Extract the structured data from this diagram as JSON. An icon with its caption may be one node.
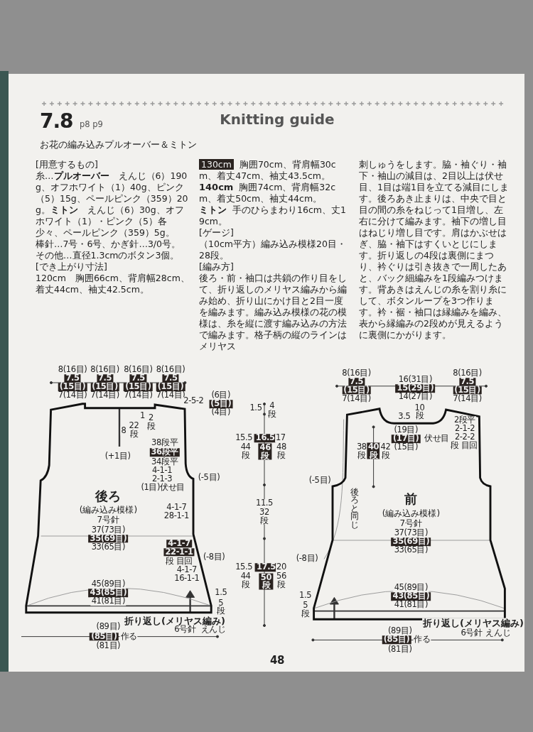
{
  "diagram": {
    "title": "Knitting guide",
    "nodes": [
      {
        "text": [
          "後ろ",
          "(編み込み模様)",
          "7号針"
        ]
      },
      {
        "text": [
          "前",
          "(編み込み模様)",
          "7号針"
        ]
      }
    ],
    "labels": [
      "7.8",
      "p8 p9",
      "お花の編み込みプルオーバー＆ミトン",
      "[用意するもの]",
      "糸…**プルオーバー**　えんじ（6）190g、オフホワイト（1）40g、ピンク（5）15g、ペールピンク（359）20g。**ミトン**　えんじ（6）30g、オフホワイト（1）・ピンク（5）各少々、ペールピンク（359）5g。",
      "棒針…7号・6号、かぎ針…3/0号。",
      "その他…直径1.3cmのボタン3個。",
      "[でき上がり寸法]",
      "120cm　胸囲66cm、背肩幅28cm、着丈44cm、袖丈42.5cm。",
      "130cm",
      "胸囲70cm、背肩幅30cm、着丈47cm、袖丈43.5cm。",
      "140cm",
      "胸囲74cm、背肩幅32cm、着丈50cm、袖丈44cm。",
      "ミトン",
      "手のひらまわり16cm、丈19cm。",
      "[ゲージ]",
      "（10cm平方）編み込み模様20目・28段。",
      "[編み方]",
      "後ろ・前・袖口は共鎖の作り目をして、折り返しのメリヤス編みから編み始め、折り山にかけ目と2目一度を編みます。編み込み模様の花の模様は、糸を縦に渡す編み込みの方法で編みます。格子柄の縦のラインはメリヤス",
      "刺しゅうをします。脇・袖ぐり・袖下・袖山の減目は、2目以上は伏せ目、1目は端1目を立てる減目にします。後ろあき止まりは、中央で目と目の間の糸をねじって1目増し、左右に分けて編みます。袖下の増し目はねじり増し目です。肩はかぶせはぎ、脇・袖下はすくいとじにします。折り返しの4段は裏側にまつり、衿ぐりは引き抜きで一周したあと、バック細編みを1段編みつけます。背あきはえんじの糸を割り糸にして、ボタンループを3つ作ります。衿・裾・袖口は縁編みを編み、表から縁編みの2段めが見えるように裏側にかがります。",
      "8(16目)",
      "8(16目)",
      "8(16目)",
      "8(16目)",
      "7.5",
      "7.5",
      "7.5",
      "7.5",
      "(15目)",
      "(15目)",
      "(15目)",
      "(15目)",
      "7(14目)",
      "7(14目)",
      "7(14目)",
      "7(14目)",
      "(6目)",
      "2-5-2",
      "(5目)",
      "1",
      "2段",
      "(4目)",
      "8",
      "22段",
      "(+1目)",
      "38段平",
      "36段平",
      "34段平",
      "4-1-1",
      "2-1-3",
      "(1目)伏せ目",
      "(-5目)",
      "4-1-7",
      "28-1-1",
      "37(73目)",
      "35(69目)",
      "33(65目)",
      "4-1-7",
      "22-1-1",
      "段 目回",
      "(-8目)",
      "4-1-7",
      "16-1-1",
      "45(89目)",
      "43(85目)",
      "41(81目)",
      "1.5",
      "5段",
      "折り返し(メリヤス編み)",
      "(89目)",
      "6号針",
      "えんじ",
      "(85目)",
      "作る",
      "(81目)",
      "1.5",
      "4段",
      "15.5",
      "44段",
      "16.5",
      "46段",
      "17",
      "48段",
      "11.5",
      "32段",
      "15.5",
      "44段",
      "17.5",
      "50段",
      "20",
      "56段",
      "8(16目)",
      "16(31目)",
      "8(16目)",
      "7.5",
      "15(29目)",
      "7.5",
      "(15目)",
      "(15目)",
      "7(14目)",
      "14(27目)",
      "7(14目)",
      "10段",
      "3.5",
      "2段平",
      "2-1-2",
      "2-2-2",
      "段 目回",
      "(19目)",
      "(17目)",
      "伏せ目",
      "(15目)",
      "38段",
      "40段",
      "42段",
      "(-5目)",
      "後ろと同じ",
      "37(73目)",
      "35(69目)",
      "33(65目)",
      "(-8目)",
      "45(89目)",
      "43(85目)",
      "41(81目)",
      "1.5",
      "5段",
      "折り返し(メリヤス編み)",
      "(89目)",
      "6号針",
      "えんじ",
      "(85目)",
      "作る",
      "(81目)",
      "48"
    ]
  }
}
